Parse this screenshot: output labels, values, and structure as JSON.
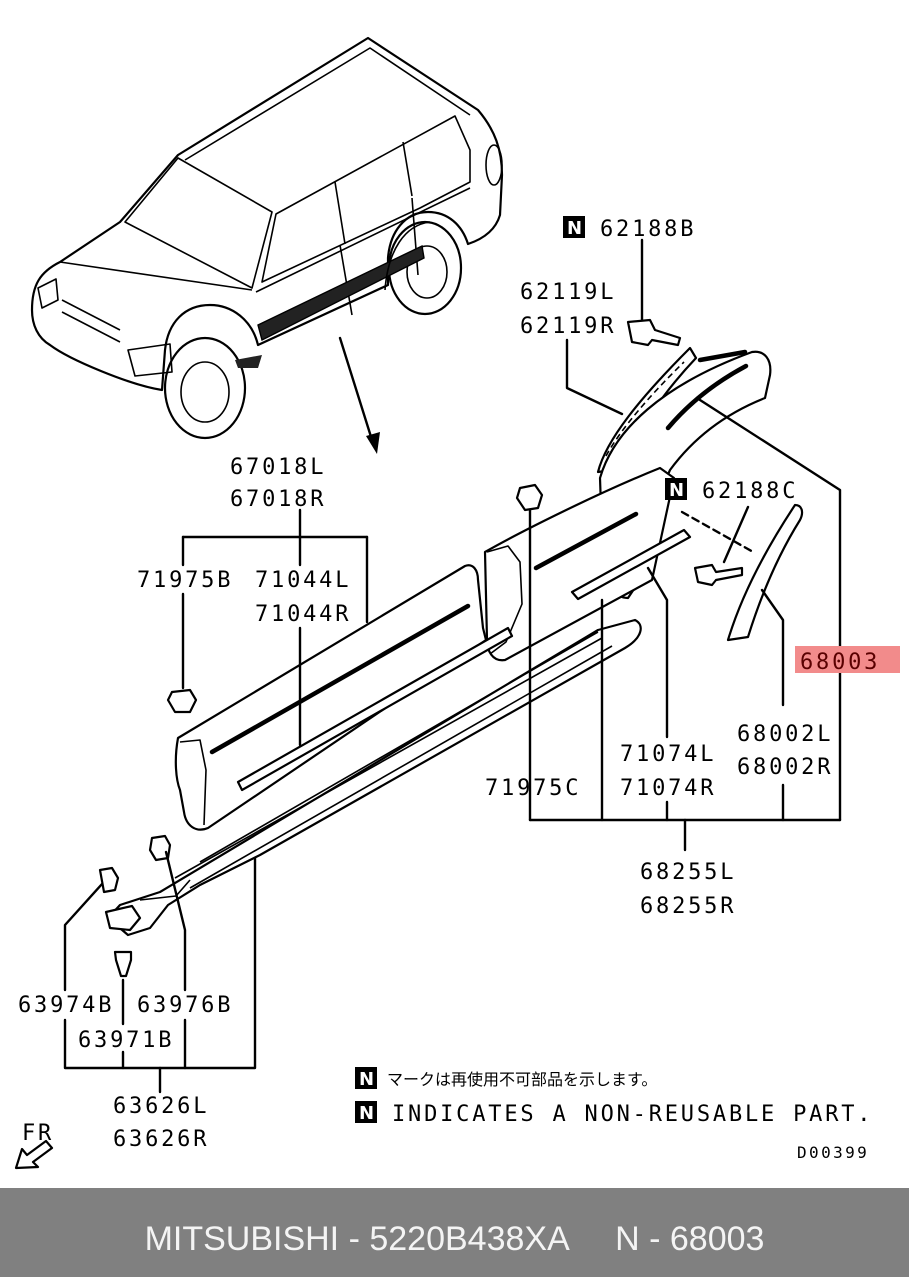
{
  "labels": {
    "p62188B": "62188B",
    "p62119L": "62119L",
    "p62119R": "62119R",
    "p67018L": "67018L",
    "p67018R": "67018R",
    "p62188C": "62188C",
    "p71975B": "71975B",
    "p71044L": "71044L",
    "p71044R": "71044R",
    "p68003": "68003",
    "p68002L": "68002L",
    "p68002R": "68002R",
    "p71074L": "71074L",
    "p71074R": "71074R",
    "p71975C": "71975C",
    "p68255L": "68255L",
    "p68255R": "68255R",
    "p63974B": "63974B",
    "p63976B": "63976B",
    "p63971B": "63971B",
    "p63626L": "63626L",
    "p63626R": "63626R"
  },
  "non_reusable_mark": "N",
  "direction_label": "FR",
  "legend": {
    "jp": "マークは再使用不可部品を示します。",
    "en": "INDICATES A NON-REUSABLE PART."
  },
  "diagram_code": "D00399",
  "footer": "MITSUBISHI - 5220B438XA     N - 68003",
  "colors": {
    "highlight": "#f28b8b",
    "footer_bg": "#808080"
  }
}
